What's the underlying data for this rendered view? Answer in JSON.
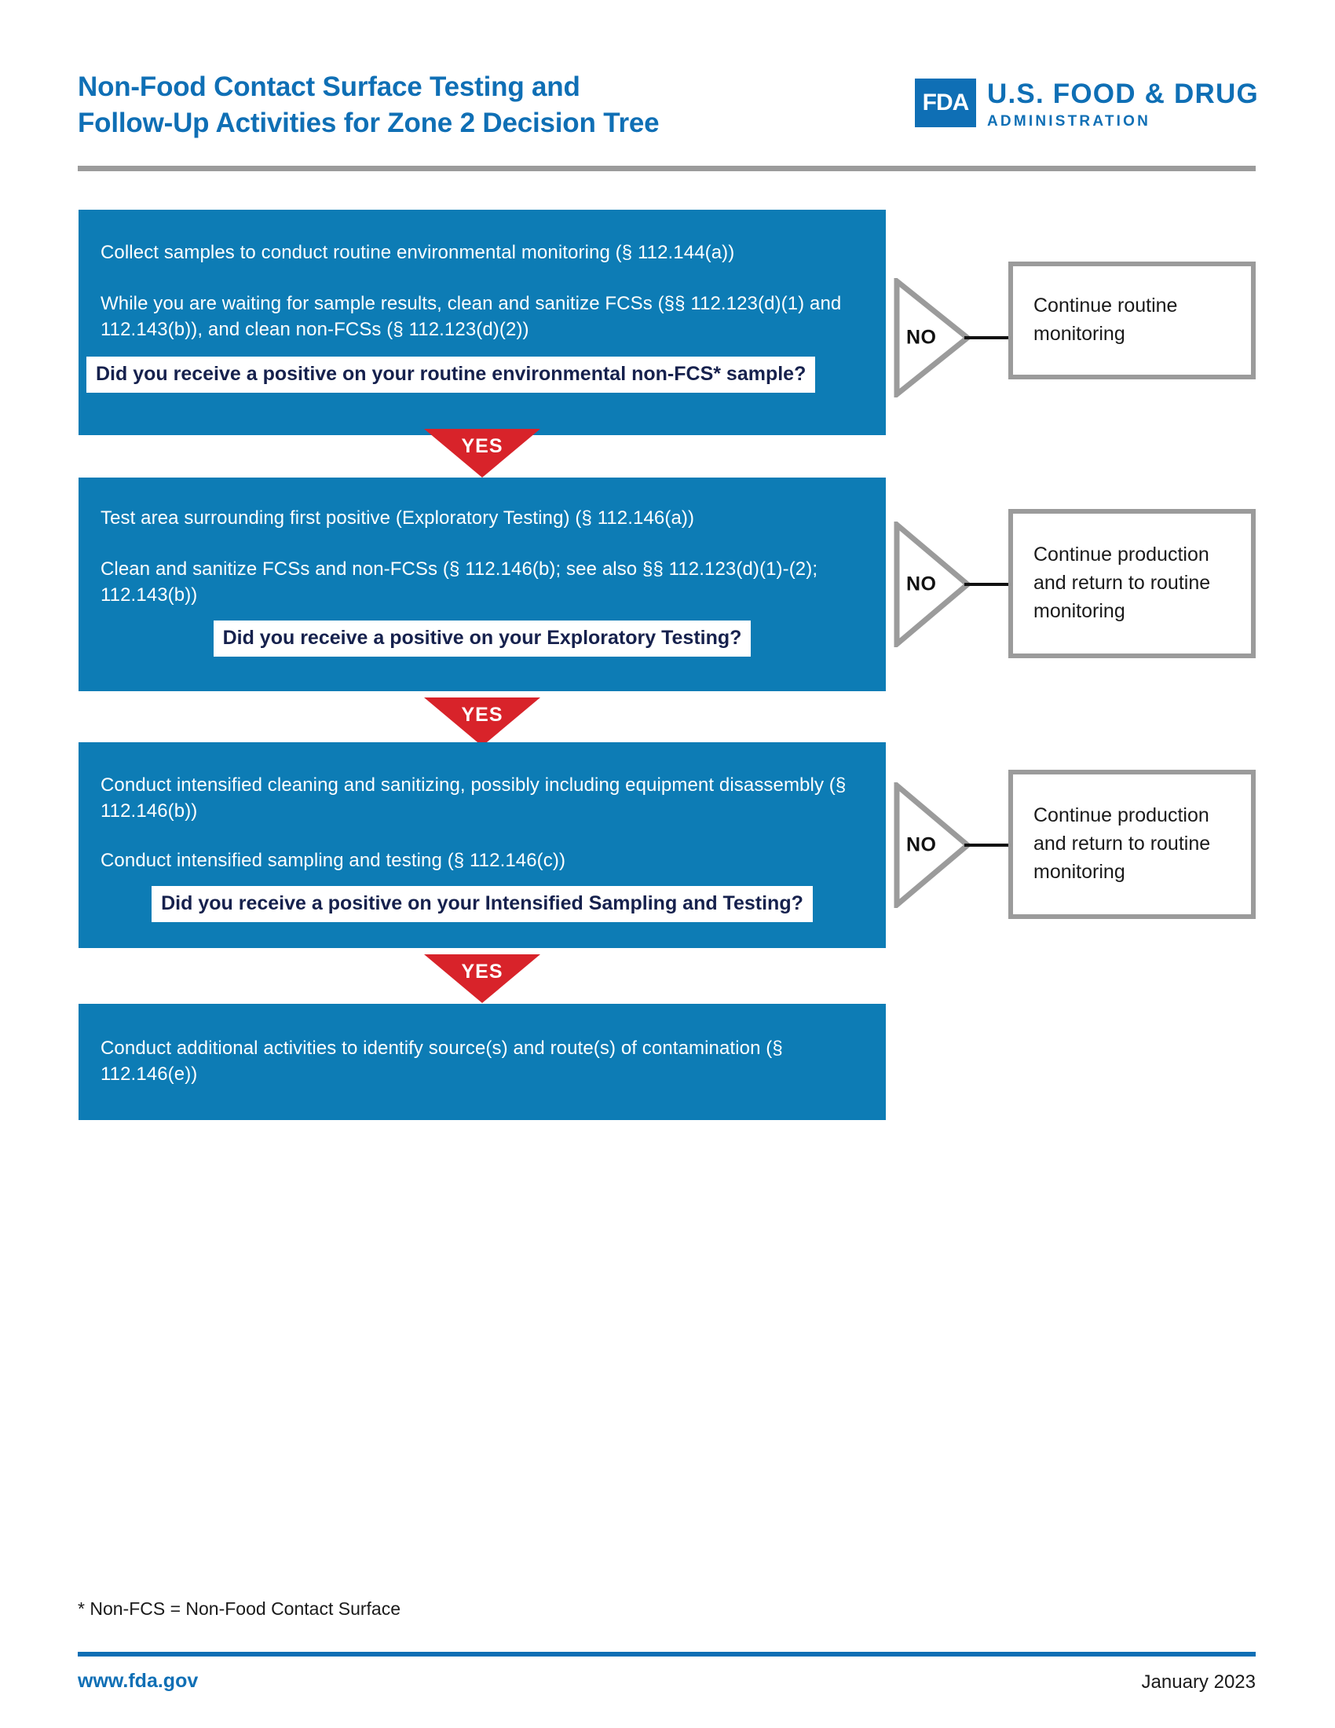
{
  "header": {
    "title_line1": "Non-Food Contact Surface Testing and",
    "title_line2": "Follow-Up Activities for Zone 2 Decision Tree",
    "logo": {
      "mark": "FDA",
      "line1": "U.S. FOOD & DRUG",
      "line2": "ADMINISTRATION"
    }
  },
  "colors": {
    "brand_blue": "#0f6fb5",
    "box_blue": "#0d7cb5",
    "yes_red": "#d8232a",
    "rule_gray": "#9b9b9b",
    "question_navy": "#16214d"
  },
  "flow": {
    "steps": [
      {
        "id": "step-1",
        "lines": [
          "Collect samples to conduct routine environmental monitoring (§ 112.144(a))",
          "While you are waiting for sample results, clean and sanitize FCSs (§§ 112.123(d)(1) and 112.143(b)), and clean non-FCSs (§ 112.123(d)(2))"
        ],
        "question": "Did you receive a positive on your routine environmental non-FCS* sample?",
        "no_label": "NO",
        "no_result": "Continue routine monitoring",
        "yes_label": "YES"
      },
      {
        "id": "step-2",
        "lines": [
          "Test area surrounding first positive (Exploratory Testing) (§ 112.146(a))",
          "Clean and sanitize FCSs and non-FCSs (§ 112.146(b); see also §§ 112.123(d)(1)-(2); 112.143(b))"
        ],
        "question": "Did you receive a positive on your Exploratory Testing?",
        "no_label": "NO",
        "no_result": "Continue production and return to routine monitoring",
        "yes_label": "YES"
      },
      {
        "id": "step-3",
        "lines": [
          "Conduct intensified cleaning and sanitizing, possibly including equipment disassembly (§ 112.146(b))",
          "Conduct intensified sampling and testing (§ 112.146(c))"
        ],
        "question": "Did you receive a positive on your Intensified Sampling and Testing?",
        "no_label": "NO",
        "no_result": "Continue production and return to routine monitoring",
        "yes_label": "YES"
      },
      {
        "id": "step-4",
        "lines": [
          "Conduct additional activities to identify source(s) and route(s) of contamination (§ 112.146(e))"
        ],
        "question": null,
        "no_label": null,
        "no_result": null,
        "yes_label": null
      }
    ]
  },
  "footer": {
    "footnote": "* Non-FCS = Non-Food Contact Surface",
    "url": "www.fda.gov",
    "date": "January 2023"
  }
}
